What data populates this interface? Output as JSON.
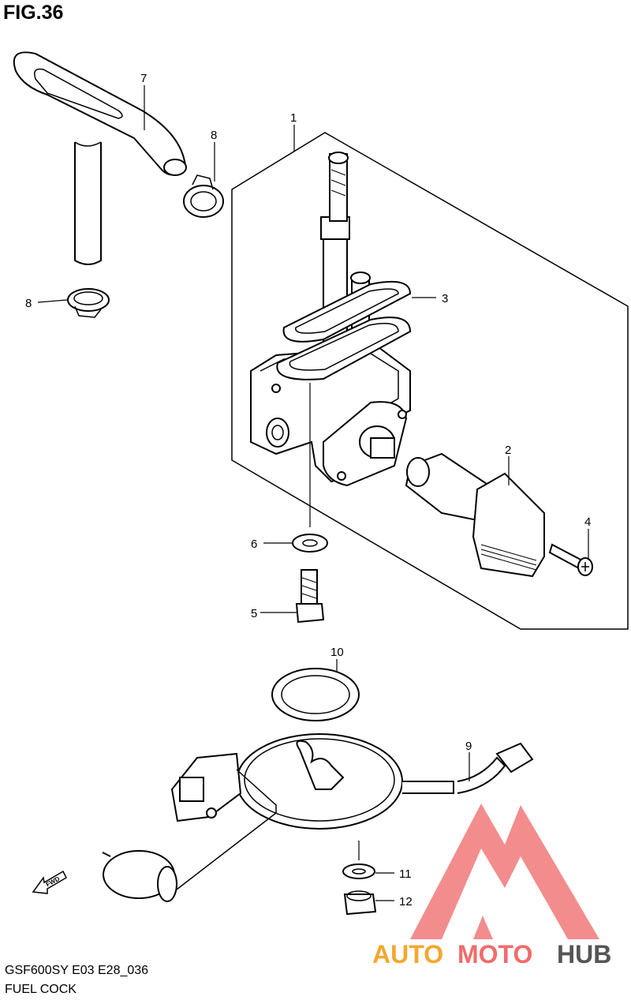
{
  "figure": {
    "title": "FIG.36",
    "model_code": "GSF600SY E03 E28_036",
    "name": "FUEL COCK"
  },
  "callouts": [
    "1",
    "2",
    "3",
    "4",
    "5",
    "6",
    "7",
    "8",
    "8",
    "9",
    "10",
    "11",
    "12"
  ],
  "fwd_label": "FWD",
  "watermark": {
    "word_a": "AUTO",
    "word_b": "MOTO",
    "word_c": "HUB",
    "color_a": "#f4a72e",
    "color_b": "#f26b6b",
    "color_c": "#555555",
    "logo_color": "#f27a7a"
  }
}
